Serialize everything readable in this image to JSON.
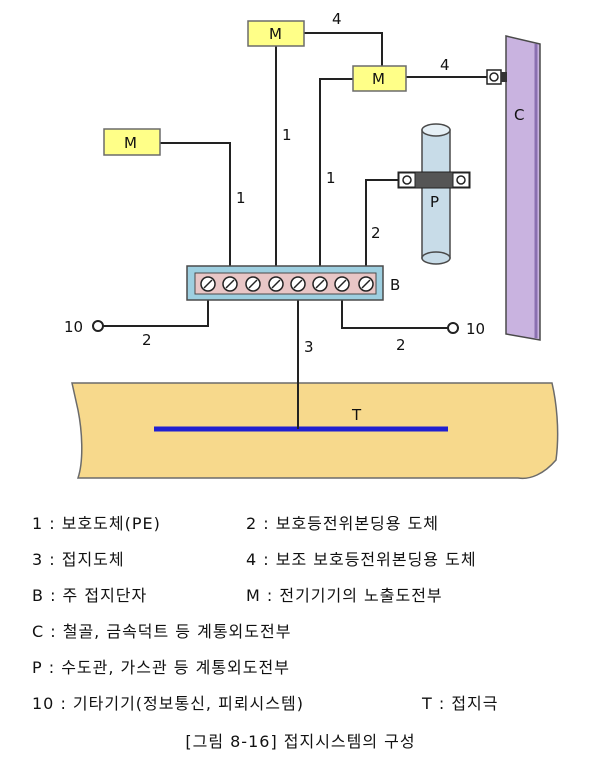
{
  "diagram": {
    "equipment_labels": [
      "M",
      "M",
      "M"
    ],
    "wire_labels": {
      "top_4": "4",
      "right_4": "4",
      "left_1": "1",
      "center_1": "1",
      "right_1": "1",
      "pipe_2": "2",
      "left_2": "2",
      "center_3": "3",
      "right_2": "2"
    },
    "terminal_label": "B",
    "steel_label": "C",
    "pipe_label": "P",
    "earth_label": "T",
    "left_10": "10",
    "right_10": "10",
    "colors": {
      "equipment": "#ffff88",
      "terminal_bar": "#9ecfe0",
      "earth": "#f7d98c",
      "electrode": "#2020d0",
      "steel": "#c9b3e0",
      "pipe": "#c8dce8"
    }
  },
  "legend": [
    {
      "left": "1 : 보호도체(PE)",
      "right": "2 : 보호등전위본딩용 도체"
    },
    {
      "left": "3 : 접지도체",
      "right": "4 : 보조 보호등전위본딩용 도체"
    },
    {
      "left": "B : 주 접지단자",
      "right": "M : 전기기기의 노출도전부"
    },
    {
      "left": "C : 철골, 금속덕트 등 계통외도전부",
      "right": ""
    },
    {
      "left": "P : 수도관, 가스관 등 계통외도전부",
      "right": ""
    },
    {
      "left": "10 : 기타기기(정보통신, 피뢰시스템)",
      "right": "T : 접지극"
    }
  ],
  "caption": "[그림 8-16] 접지시스템의 구성"
}
